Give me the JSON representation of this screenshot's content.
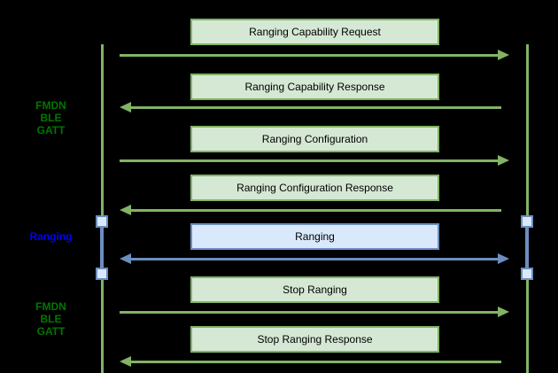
{
  "diagram": {
    "type": "sequence-diagram",
    "background_color": "#000000",
    "palette": {
      "green_fill": "#d5e8d4",
      "green_stroke": "#82b366",
      "blue_fill": "#dae8fc",
      "blue_stroke": "#6c8ebf",
      "protocol_label_color": "#007700",
      "ranging_label_color": "#0000ff",
      "message_text_color": "#000000"
    },
    "side_labels": {
      "top_protocol": {
        "lines": [
          "FMDN",
          "BLE",
          "GATT"
        ]
      },
      "middle": {
        "text": "Ranging"
      },
      "bottom_protocol": {
        "lines": [
          "FMDN",
          "BLE",
          "GATT"
        ]
      }
    },
    "messages": [
      {
        "label": "Ranging Capability Request",
        "direction": "right",
        "style": "green"
      },
      {
        "label": "Ranging Capability Response",
        "direction": "left",
        "style": "green"
      },
      {
        "label": "Ranging Configuration",
        "direction": "right",
        "style": "green"
      },
      {
        "label": "Ranging Configuration Response",
        "direction": "left",
        "style": "green"
      },
      {
        "label": "Ranging",
        "direction": "both",
        "style": "blue"
      },
      {
        "label": "Stop Ranging",
        "direction": "right",
        "style": "green"
      },
      {
        "label": "Stop Ranging Response",
        "direction": "left",
        "style": "green"
      }
    ]
  }
}
